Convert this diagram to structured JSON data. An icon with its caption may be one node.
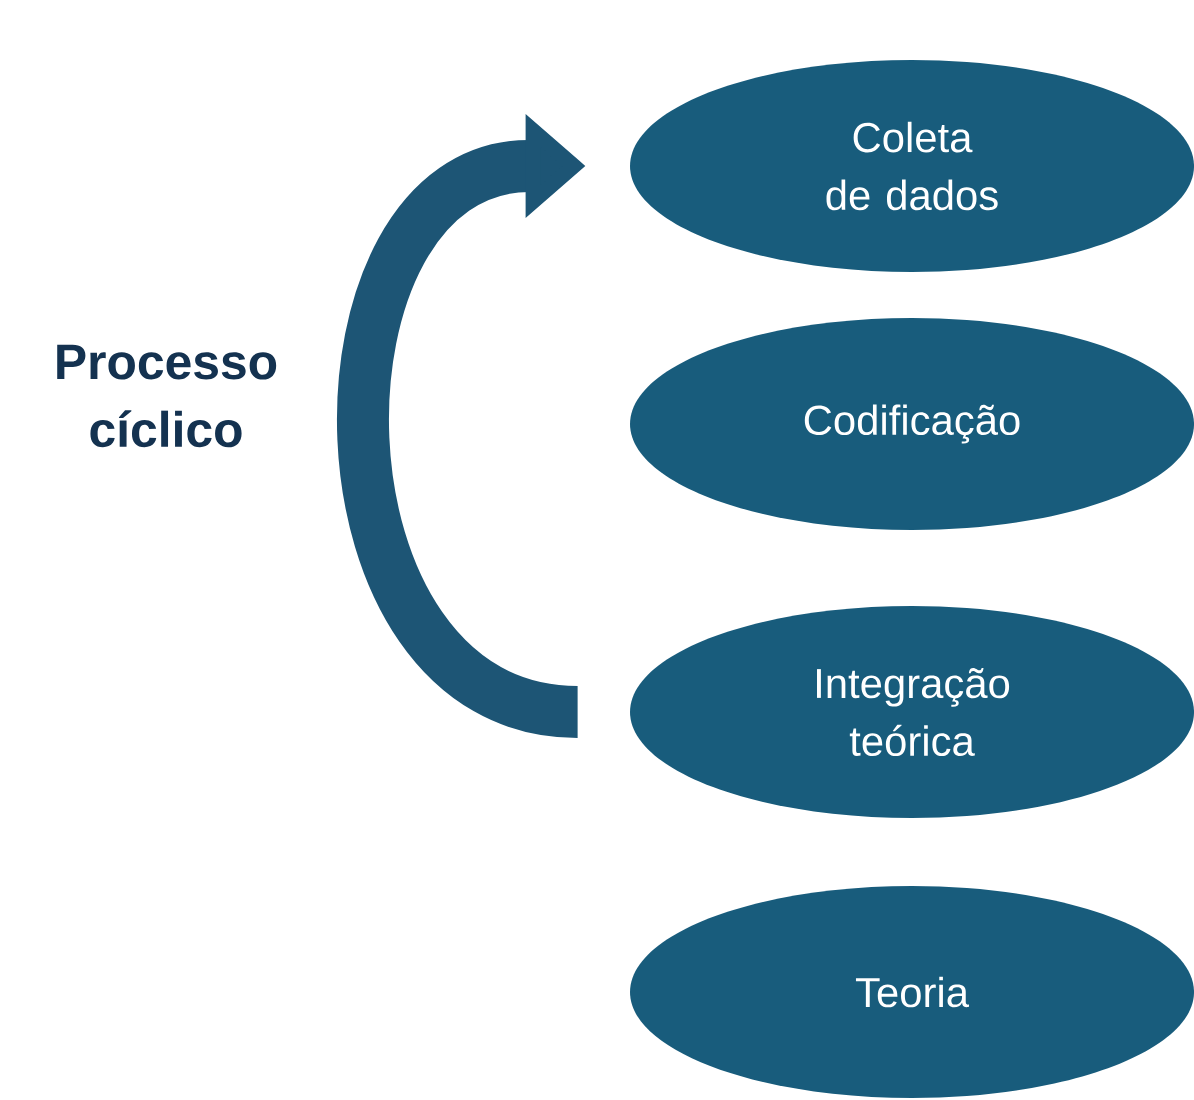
{
  "diagram": {
    "nodes": [
      {
        "text": [
          "Coleta de dados"
        ]
      },
      {
        "text": [
          "Codificação"
        ]
      },
      {
        "text": [
          "Integração teórica"
        ]
      },
      {
        "text": [
          "Teoria"
        ]
      }
    ],
    "edges": [
      {
        "from": 2,
        "to": 0,
        "arrow": "to"
      }
    ],
    "labels": [
      "Processo cíclico"
    ]
  }
}
